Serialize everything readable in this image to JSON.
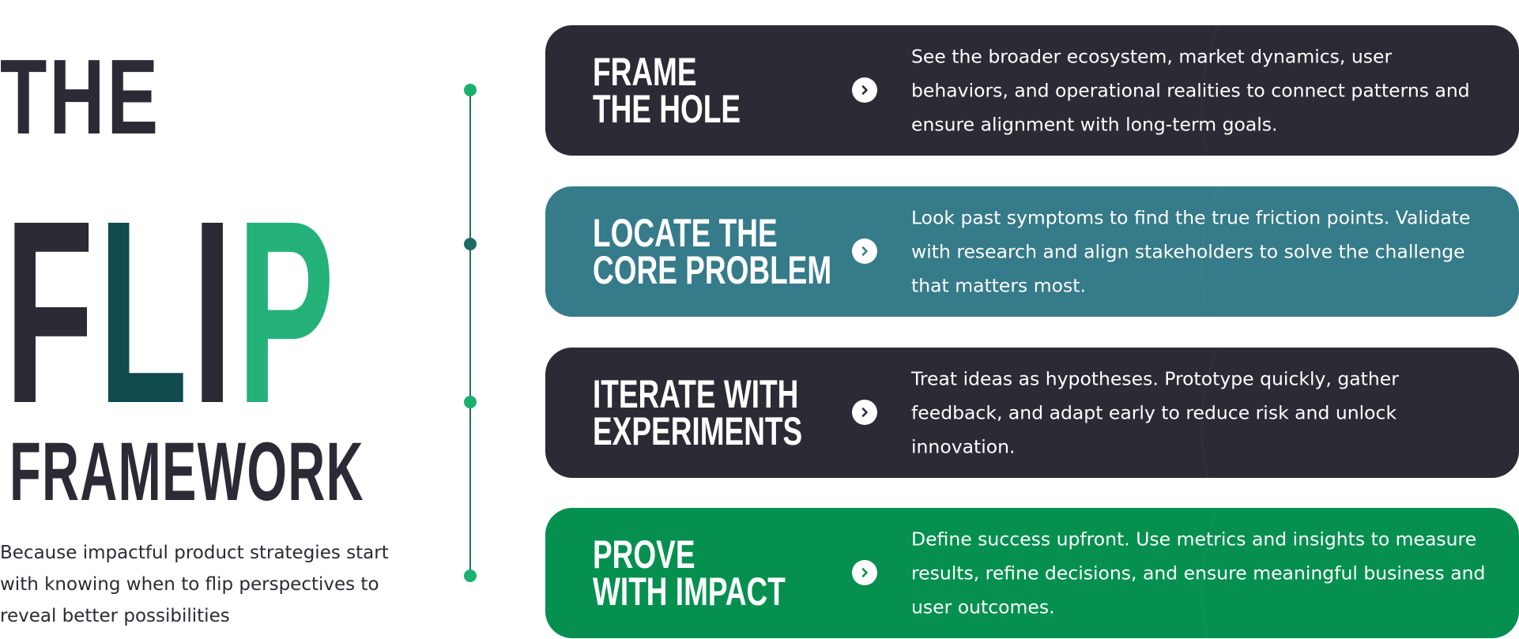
{
  "hero": {
    "line1": "THE",
    "line2_letters": [
      {
        "char": "F",
        "color": "#2b2a35"
      },
      {
        "char": "L",
        "color": "#0f4a4e"
      },
      {
        "char": "I",
        "color": "#2b2a35"
      },
      {
        "char": "P",
        "color": "#24b27a"
      }
    ],
    "line3": "FRAMEWORK",
    "tagline": "Because impactful product strategies start with knowing when to flip perspectives to reveal better possibilities"
  },
  "timeline": {
    "line_color": "#1f6b68",
    "dots": [
      {
        "color": "#1bb070"
      },
      {
        "color": "#1f6b68"
      },
      {
        "color": "#1bb070"
      },
      {
        "color": "#1bb070"
      }
    ]
  },
  "steps": [
    {
      "title_line1": "FRAME",
      "title_line2": "THE HOLE",
      "description": "See the broader ecosystem, market dynamics, user behaviors, and operational realities to connect patterns and ensure alignment with long-term goals.",
      "background": "#2b2a35",
      "arrow_icon": "chevron-right-icon",
      "arrow_color": "#2b2a35"
    },
    {
      "title_line1": "LOCATE THE",
      "title_line2": "CORE PROBLEM",
      "description": "Look past symptoms to find the true friction points. Validate with research and align stakeholders to solve the challenge that matters most.",
      "background": "#357b8a",
      "arrow_icon": "chevron-right-icon",
      "arrow_color": "#357b8a"
    },
    {
      "title_line1": "ITERATE WITH",
      "title_line2": "EXPERIMENTS",
      "description": "Treat ideas as hypotheses. Prototype quickly, gather feedback, and adapt early to reduce risk and unlock innovation.",
      "background": "#2b2a35",
      "arrow_icon": "chevron-right-icon",
      "arrow_color": "#2b2a35"
    },
    {
      "title_line1": "PROVE",
      "title_line2": "WITH IMPACT",
      "description": "Define success upfront. Use metrics and insights to measure results, refine decisions, and ensure meaningful business and user outcomes.",
      "background": "#06904f",
      "arrow_icon": "chevron-right-icon",
      "arrow_color": "#06904f"
    }
  ]
}
